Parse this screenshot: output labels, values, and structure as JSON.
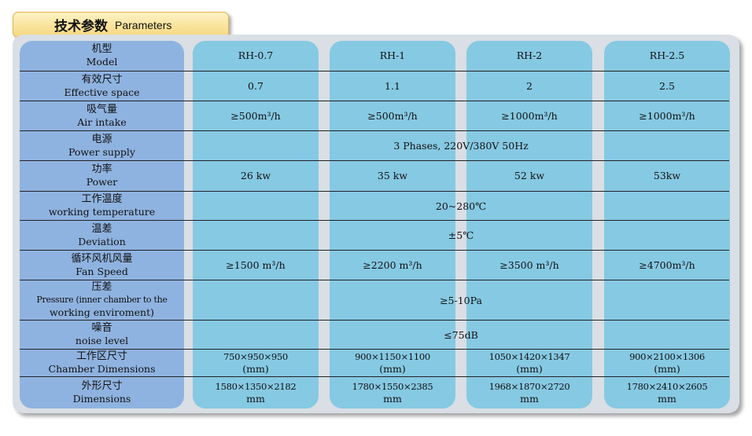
{
  "title": {
    "cn": "技术参数",
    "en": "Parameters"
  },
  "rows": [
    {
      "label_cn": "机型",
      "label_en": "Model",
      "values": [
        "RH-0.7",
        "RH-1",
        "RH-2",
        "RH-2.5"
      ]
    },
    {
      "label_cn": "有效尺寸",
      "label_en": "Effective space",
      "values": [
        "0.7",
        "1.1",
        "2",
        "2.5"
      ]
    },
    {
      "label_cn": "吸气量",
      "label_en": "Air intake",
      "values": [
        "≥500m³/h",
        "≥500m³/h",
        "≥1000m³/h",
        "≥1000m³/h"
      ]
    },
    {
      "label_cn": "电源",
      "label_en": "Power supply",
      "value": "3 Phases, 220V/380V 50Hz"
    },
    {
      "label_cn": "功率",
      "label_en": "Power",
      "values": [
        "26 kw",
        "35 kw",
        "52 kw",
        "53kw"
      ]
    },
    {
      "label_cn": "工作温度",
      "label_en": "working temperature",
      "value": "20~280℃"
    },
    {
      "label_cn": "温差",
      "label_en": "Deviation",
      "value": "±5℃"
    },
    {
      "label_cn": "循环风机风量",
      "label_en": "Fan Speed",
      "values": [
        "≥1500 m³/h",
        "≥2200 m³/h",
        "≥3500 m³/h",
        "≥4700m³/h"
      ]
    },
    {
      "label_cn": "压差",
      "label_en": "Pressure (inner chamber to the",
      "label_en2": "working enviroment)",
      "value": "≥5-10Pa"
    },
    {
      "label_cn": "噪音",
      "label_en": "noise level",
      "value": "≤75dB"
    },
    {
      "label_cn": "工作区尺寸",
      "label_en": "Chamber Dimensions",
      "values": [
        "750×950×950",
        "900×1150×1100",
        "1050×1420×1347",
        "900×2100×1306"
      ],
      "unit": "(mm)"
    },
    {
      "label_cn": "外形尺寸",
      "label_en": "Dimensions",
      "values": [
        "1580×1350×2182",
        "1780×1550×2385",
        "1968×1870×2720",
        "1780×2410×2605"
      ],
      "unit": "mm"
    }
  ]
}
